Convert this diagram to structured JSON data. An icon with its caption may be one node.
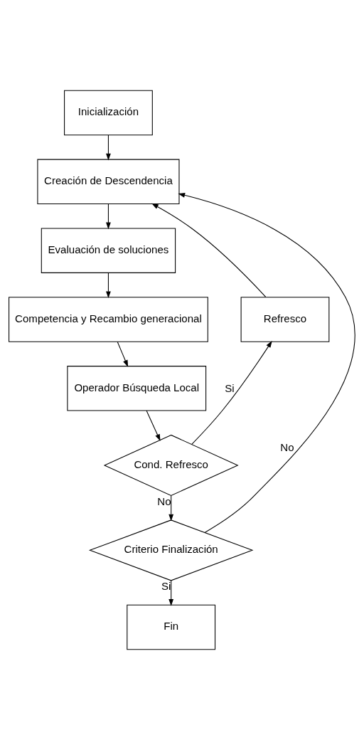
{
  "diagram": {
    "nodes": [
      {
        "text": [
          "Inicialización"
        ]
      },
      {
        "text": [
          "Creación de Descendencia"
        ]
      },
      {
        "text": [
          "Evaluación de soluciones"
        ]
      },
      {
        "text": [
          "Competencia y Recambio generacional"
        ]
      },
      {
        "text": [
          "Operador Búsqueda Local"
        ]
      },
      {
        "text": [
          "Cond. Refresco"
        ]
      },
      {
        "text": [
          "Refresco"
        ]
      },
      {
        "text": [
          "Criterio Finalización"
        ]
      },
      {
        "text": [
          "Fin"
        ]
      }
    ],
    "edges": [
      {
        "from": 0,
        "to": 1,
        "arrow": "to"
      },
      {
        "from": 1,
        "to": 2,
        "arrow": "to"
      },
      {
        "from": 2,
        "to": 3,
        "arrow": "to"
      },
      {
        "from": 3,
        "to": 4,
        "arrow": "to"
      },
      {
        "from": 4,
        "to": 5,
        "arrow": "to"
      },
      {
        "from": 5,
        "to": 6,
        "arrow": "to",
        "label": "Si"
      },
      {
        "from": 6,
        "to": 1,
        "arrow": "to"
      },
      {
        "from": 5,
        "to": 7,
        "arrow": "to",
        "label": "No"
      },
      {
        "from": 7,
        "to": 1,
        "arrow": "to",
        "label": "No"
      },
      {
        "from": 7,
        "to": 8,
        "arrow": "to",
        "label": "Si"
      }
    ]
  }
}
